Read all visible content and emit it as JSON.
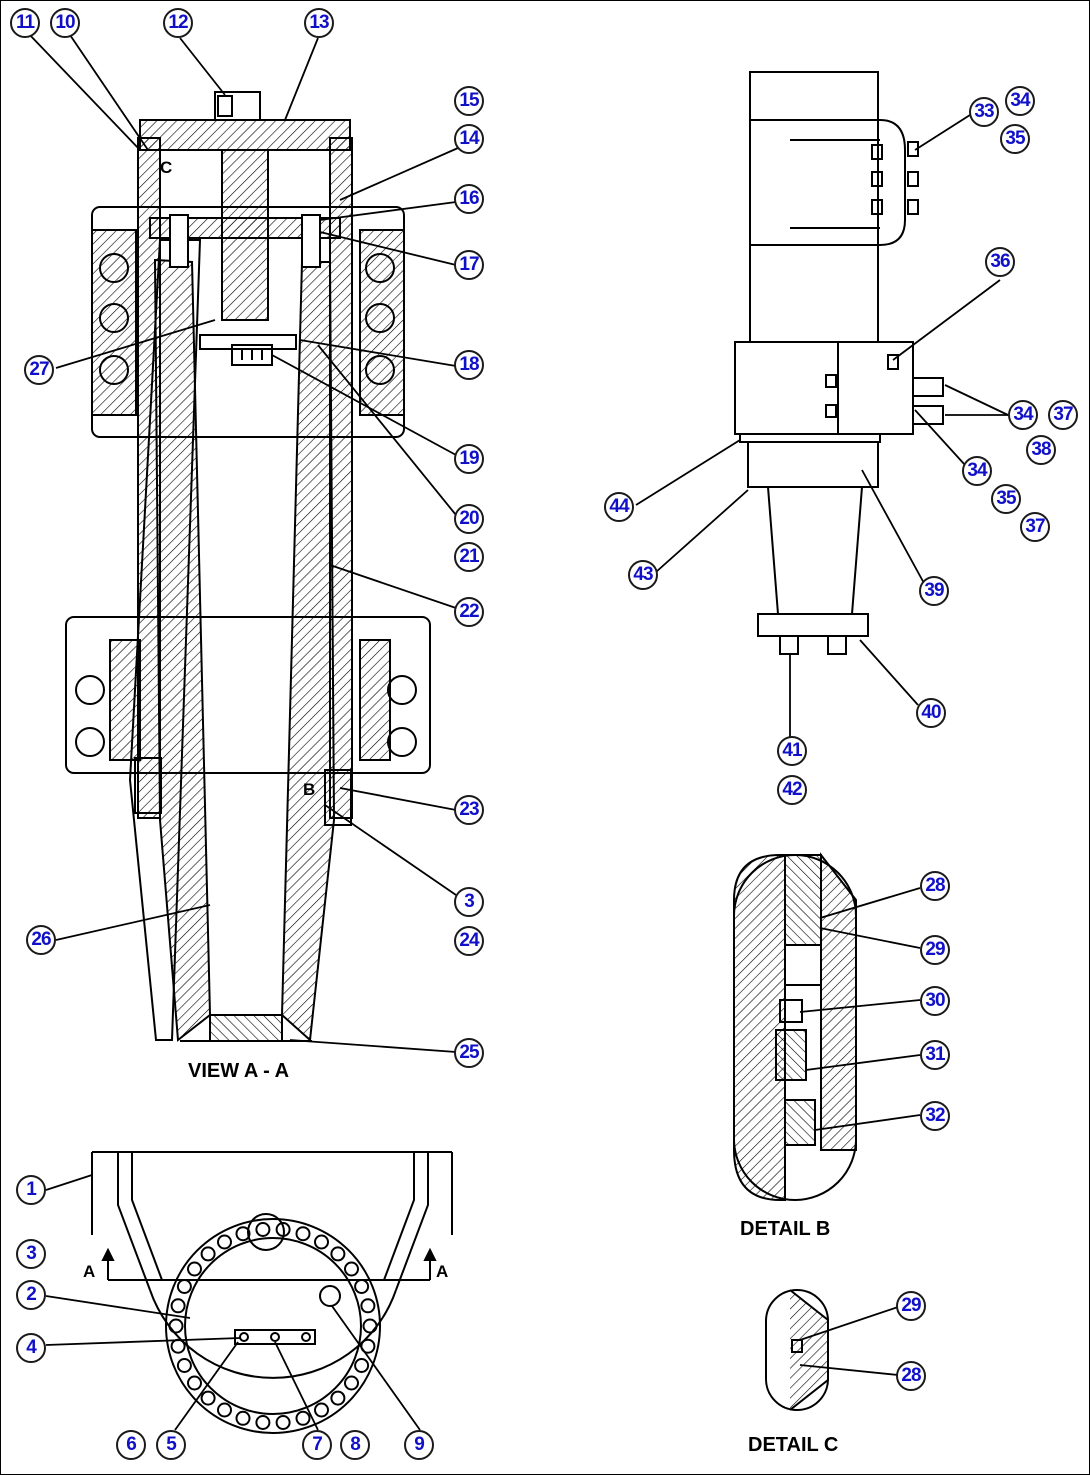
{
  "captions": {
    "view_a": "VIEW A - A",
    "detail_b": "DETAIL B",
    "detail_c": "DETAIL C"
  },
  "markers": {
    "section_a": "A",
    "detail_b": "B",
    "detail_c": "C"
  },
  "callouts": {
    "c1": "1",
    "c2": "2",
    "c3_top": "3",
    "c3_bottom": "3",
    "c4": "4",
    "c5": "5",
    "c6": "6",
    "c7": "7",
    "c8": "8",
    "c9": "9",
    "c10": "10",
    "c11": "11",
    "c12": "12",
    "c13": "13",
    "c14": "14",
    "c15": "15",
    "c16": "16",
    "c17": "17",
    "c18": "18",
    "c19": "19",
    "c20": "20",
    "c21": "21",
    "c22": "22",
    "c23": "23",
    "c24": "24",
    "c25": "25",
    "c26": "26",
    "c27": "27",
    "c28_b": "28",
    "c29_b": "29",
    "c28_c": "28",
    "c29_c": "29",
    "c30": "30",
    "c31": "31",
    "c32": "32",
    "c33": "33",
    "c34_a": "34",
    "c34_b": "34",
    "c34_c": "34",
    "c35_a": "35",
    "c35_b": "35",
    "c36": "36",
    "c37_a": "37",
    "c37_b": "37",
    "c38": "38",
    "c39": "39",
    "c40": "40",
    "c41": "41",
    "c42": "42",
    "c43": "43",
    "c44": "44"
  },
  "colors": {
    "callout_text": "#1010c8",
    "line": "#000000"
  }
}
